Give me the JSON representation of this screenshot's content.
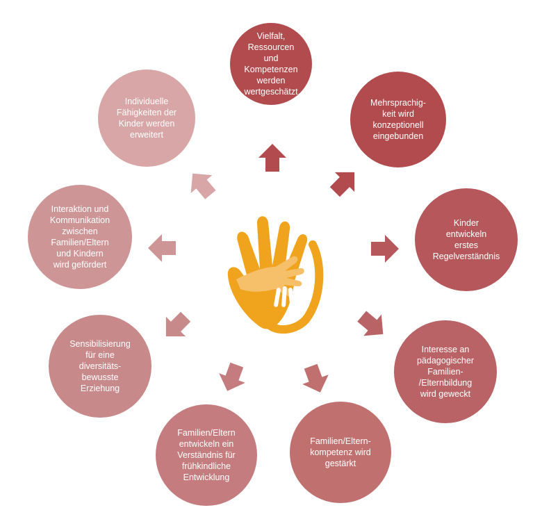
{
  "colors": {
    "c1": "#B14B4E",
    "c2": "#B14B4E",
    "c3": "#B6585B",
    "c4": "#BA6366",
    "c5": "#C0716F",
    "c6": "#C47C7E",
    "c7": "#C8898B",
    "c8": "#CE9596",
    "c9": "#D8A6A6",
    "logo_orange": "#F0A31C",
    "logo_light": "#F6C06A",
    "logo_white": "#FFFFFF"
  },
  "nodes": [
    {
      "id": "c1",
      "label": "Vielfalt,\nRessourcen und\nKompetenzen\nwerden\nwertgeschätzt"
    },
    {
      "id": "c2",
      "label": "Mehrsprachig-\nkeit wird\nkonzeptionell\neingebunden"
    },
    {
      "id": "c3",
      "label": "Kinder\nentwickeln\nerstes\nRegelverständnis"
    },
    {
      "id": "c4",
      "label": "Interesse an\npädagogischer\nFamilien-\n/Elternbildung\nwird geweckt"
    },
    {
      "id": "c5",
      "label": "Familien/Eltern-\nkompetenz wird\ngestärkt"
    },
    {
      "id": "c6",
      "label": "Familien/Eltern\nentwickeln ein\nVerständnis für\nfrühkindliche\nEntwicklung"
    },
    {
      "id": "c7",
      "label": "Sensibilisierung\nfür eine\ndiversitäts-\nbewusste\nErziehung"
    },
    {
      "id": "c8",
      "label": "Interaktion und\nKommunikation\nzwischen\nFamilien/Eltern\nund Kindern\nwird gefördert"
    },
    {
      "id": "c9",
      "label": "Individuelle\nFähigkeiten der\nKinder werden\nerweitert"
    }
  ],
  "icons": {
    "center": "hands-logo-icon",
    "arrow": "block-arrow-icon"
  }
}
